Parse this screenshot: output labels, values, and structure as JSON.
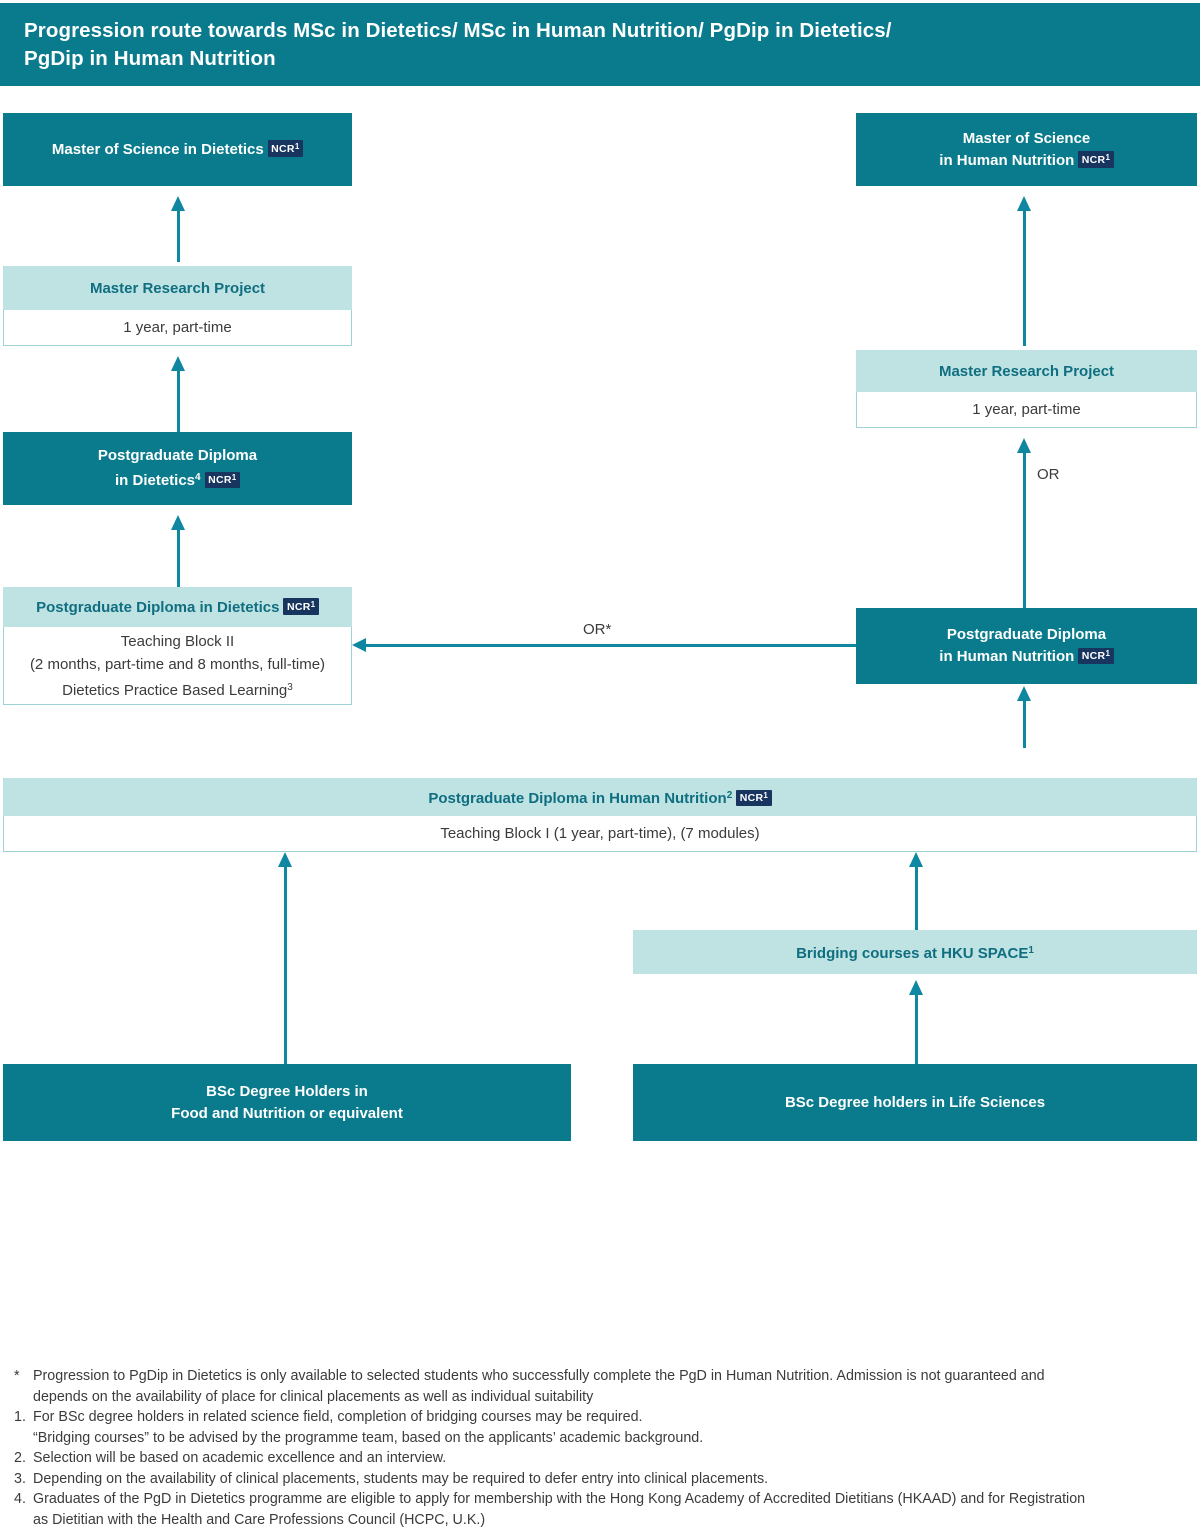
{
  "title": {
    "line1": "Progression route towards MSc in Dietetics/ MSc in Human Nutrition/ PgDip in Dietetics/",
    "line2": "PgDip in Human Nutrition"
  },
  "badge": {
    "ncr": "NCR",
    "ncr_sup": "1"
  },
  "colors": {
    "teal_solid": "#0a7b8c",
    "teal_light": "#bfe2e3",
    "arrow": "#0f87a0",
    "badge_navy": "#18355f",
    "text_dark": "#3b3b3b"
  },
  "nodes": {
    "msc_dietetics": {
      "label": "Master of Science in Dietetics"
    },
    "msc_human_nutrition": {
      "line1": "Master of Science",
      "line2": "in Human Nutrition"
    },
    "mrp_left": {
      "header": "Master Research Project",
      "body": "1 year, part-time"
    },
    "mrp_right": {
      "header": "Master Research Project",
      "body": "1 year, part-time"
    },
    "pgd_dietetics_solid": {
      "line1": "Postgraduate Diploma",
      "line2": "in Dietetics",
      "sup": "4"
    },
    "pgd_dietetics_light": {
      "header": "Postgraduate Diploma in Dietetics",
      "body_line1": "Teaching Block II",
      "body_line2": "(2 months, part-time and 8 months, full-time)",
      "body_line3": "Dietetics Practice Based Learning",
      "body_line3_sup": "3"
    },
    "pgd_human_nutrition_solid": {
      "line1": "Postgraduate Diploma",
      "line2": "in Human Nutrition"
    },
    "pgd_human_nutrition_wide": {
      "header": "Postgraduate Diploma in Human Nutrition",
      "header_sup": "2",
      "body": "Teaching Block I (1 year, part-time), (7 modules)"
    },
    "bridging": {
      "label": "Bridging courses at HKU SPACE",
      "sup": "1"
    },
    "bsc_food_nutrition": {
      "line1": "BSc Degree Holders in",
      "line2": "Food and Nutrition or equivalent"
    },
    "bsc_life_sciences": {
      "label": "BSc Degree holders in Life Sciences"
    }
  },
  "connectors": {
    "or_star": "OR*",
    "or_plain": "OR"
  },
  "footnotes": [
    {
      "mark": "*",
      "text": "Progression to PgDip in Dietetics is only available to selected students who successfully complete the PgD in Human Nutrition. Admission is not guaranteed and",
      "cont": "depends on the availability of place for clinical placements as well as individual suitability"
    },
    {
      "mark": "1.",
      "text": "For BSc degree holders in related science field, completion of bridging courses may be required.",
      "cont": "“Bridging courses” to be advised by the programme team, based on the applicants’ academic background."
    },
    {
      "mark": "2.",
      "text": "Selection will be based on academic excellence and an interview.",
      "cont": ""
    },
    {
      "mark": "3.",
      "text": "Depending on the availability of clinical placements, students may be required to defer entry into clinical placements.",
      "cont": ""
    },
    {
      "mark": "4.",
      "text": "Graduates of the PgD in Dietetics programme are eligible to apply for membership with the Hong Kong Academy of Accredited Dietitians (HKAAD) and for Registration",
      "cont": "as Dietitian with the Health and Care Professions Council (HCPC, U.K.)"
    }
  ]
}
